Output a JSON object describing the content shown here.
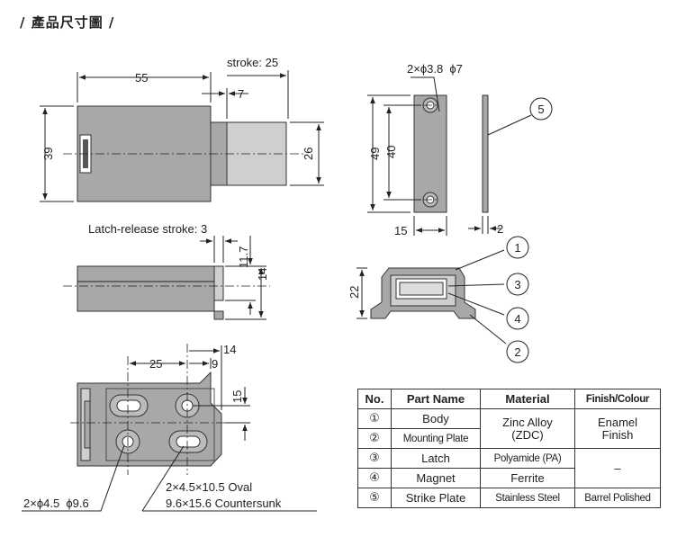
{
  "title": "/ 產品尺寸圖 /",
  "dimensions": {
    "stroke": "stroke: 25",
    "d55": "55",
    "d7": "7",
    "d39": "39",
    "d26": "26",
    "latch_release": "Latch-release stroke: 3",
    "d11_7": "11.7",
    "d14_side": "14",
    "d25": "25",
    "d9": "9",
    "d14_top": "14",
    "d15_bottom": "15",
    "hole_note": "2×ϕ4.5  ϕ9.6",
    "oval_note_1": "2×4.5×10.5 Oval",
    "oval_note_2": "9.6×15.6 Countersunk",
    "strike_holes": "2×ϕ3.8  ϕ7",
    "d49": "49",
    "d40": "40",
    "d15_strike": "15",
    "d2": "2",
    "d22": "22"
  },
  "callouts": [
    "1",
    "3",
    "4",
    "2",
    "5"
  ],
  "table": {
    "headers": [
      "No.",
      "Part Name",
      "Material",
      "Finish/Colour"
    ],
    "rows": [
      {
        "no": "①",
        "name": "Body",
        "material": "Zinc Alloy\n(ZDC)",
        "finish": "Enamel\nFinish"
      },
      {
        "no": "②",
        "name": "Mounting Plate"
      },
      {
        "no": "③",
        "name": "Latch",
        "material": "Polyamide (PA)",
        "finish": "–"
      },
      {
        "no": "④",
        "name": "Magnet",
        "material": "Ferrite"
      },
      {
        "no": "⑤",
        "name": "Strike Plate",
        "material": "Stainless Steel",
        "finish": "Barrel Polished"
      }
    ]
  }
}
